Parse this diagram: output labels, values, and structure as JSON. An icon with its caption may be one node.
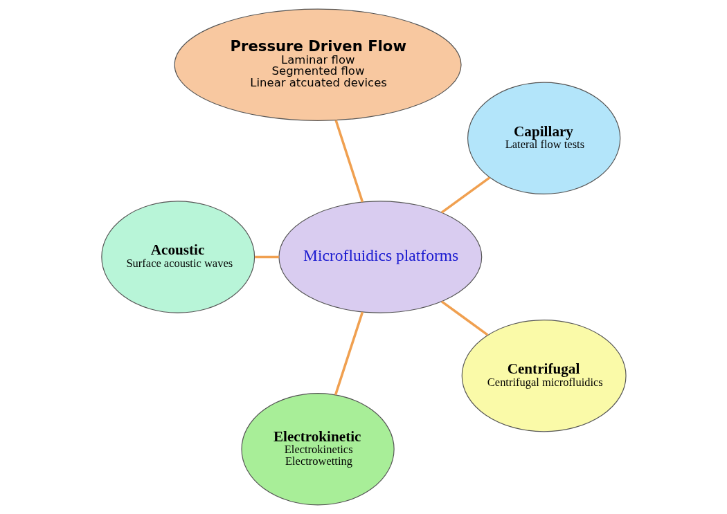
{
  "diagram": {
    "nodes": [
      {
        "text": [
          "Capillary",
          "Lateral flow tests"
        ]
      },
      {
        "text": [
          "Pressure Driven Flow",
          "Laminar flow",
          "Segmented flow",
          "Linear atcuated devices"
        ]
      },
      {
        "text": [
          "Acoustic",
          "Surface acoustic waves"
        ]
      },
      {
        "text": [
          "Microfluidics platforms"
        ]
      },
      {
        "text": [
          "Electrokinetic",
          "Electrokinetics",
          "Electrowetting"
        ]
      },
      {
        "text": [
          "Centrifugal",
          "Centrifugal microfluidics"
        ]
      }
    ],
    "edges": [
      {
        "from": 3,
        "to": 0,
        "arrow": "none"
      },
      {
        "from": 3,
        "to": 2,
        "arrow": "none"
      },
      {
        "from": 3,
        "to": 4,
        "arrow": "none"
      },
      {
        "from": 3,
        "to": 5,
        "arrow": "none"
      },
      {
        "from": 3,
        "to": 1,
        "arrow": "none"
      }
    ]
  }
}
